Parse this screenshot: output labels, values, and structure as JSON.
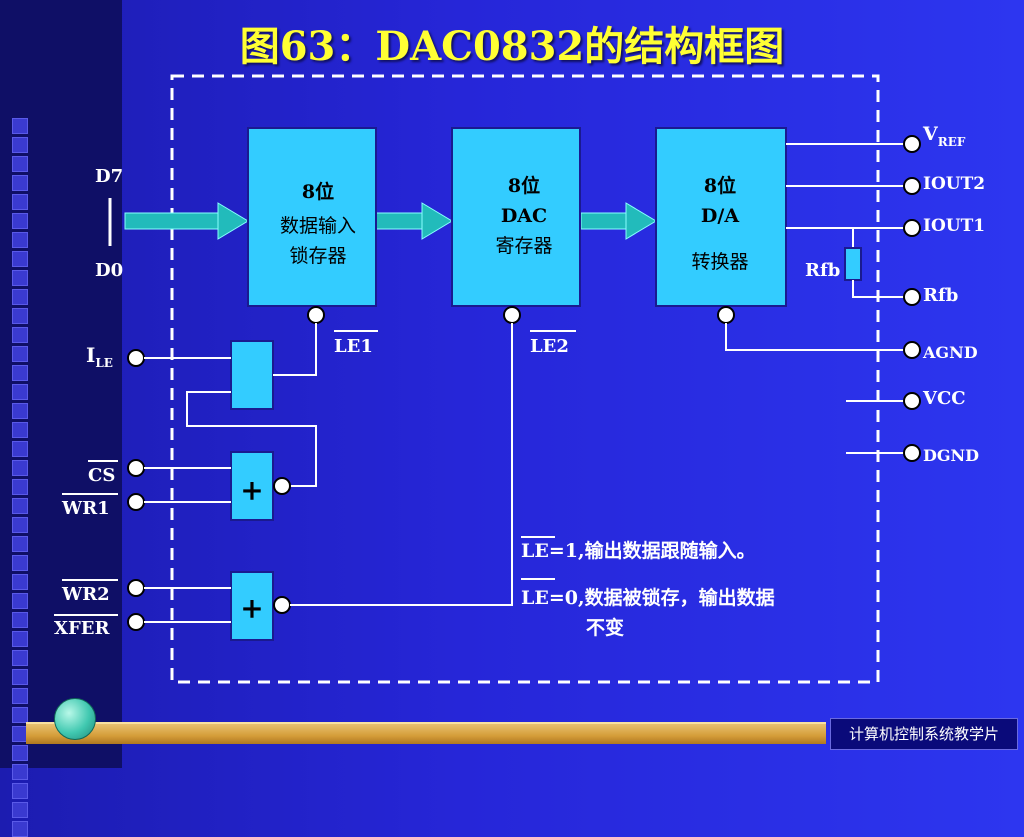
{
  "title": "图63：DAC0832的结构框图",
  "blocks": {
    "input_latch": {
      "line1": "8位",
      "line2": "数据输入",
      "line3": "锁存器"
    },
    "dac_register": {
      "line1": "8位",
      "line2": "DAC",
      "line3": "寄存器"
    },
    "converter": {
      "line1": "8位",
      "line2": "D/A",
      "line3": "转换器"
    }
  },
  "left_pins": {
    "d7": "D7",
    "d0": "D0",
    "ile_main": "I",
    "ile_sub": "LE",
    "cs": "CS",
    "wr1": "WR1",
    "wr2": "WR2",
    "xfer": "XFER"
  },
  "right_pins": {
    "vref_main": "V",
    "vref_sub": "REF",
    "iout2": "IOUT2",
    "iout1": "IOUT1",
    "rfb_resistor": "Rfb",
    "rfb": "Rfb",
    "agnd": "AGND",
    "vcc": "VCC",
    "dgnd": "DGND"
  },
  "gate_labels": {
    "le1": "LE1",
    "le2": "LE2",
    "or_top": "+",
    "or_bottom": "+"
  },
  "notes": {
    "note1": "LE=1,输出数据跟随输入。",
    "note2_line1": "LE=0,数据被锁存，输出数据",
    "note2_line2": "不变"
  },
  "footer": {
    "label": "计算机控制系统教学片"
  },
  "colors": {
    "background": "#2626d8",
    "block_fill": "#33ccff",
    "arrow_fill": "#22bbbb",
    "title": "#ffff33",
    "line": "#ffffff"
  }
}
